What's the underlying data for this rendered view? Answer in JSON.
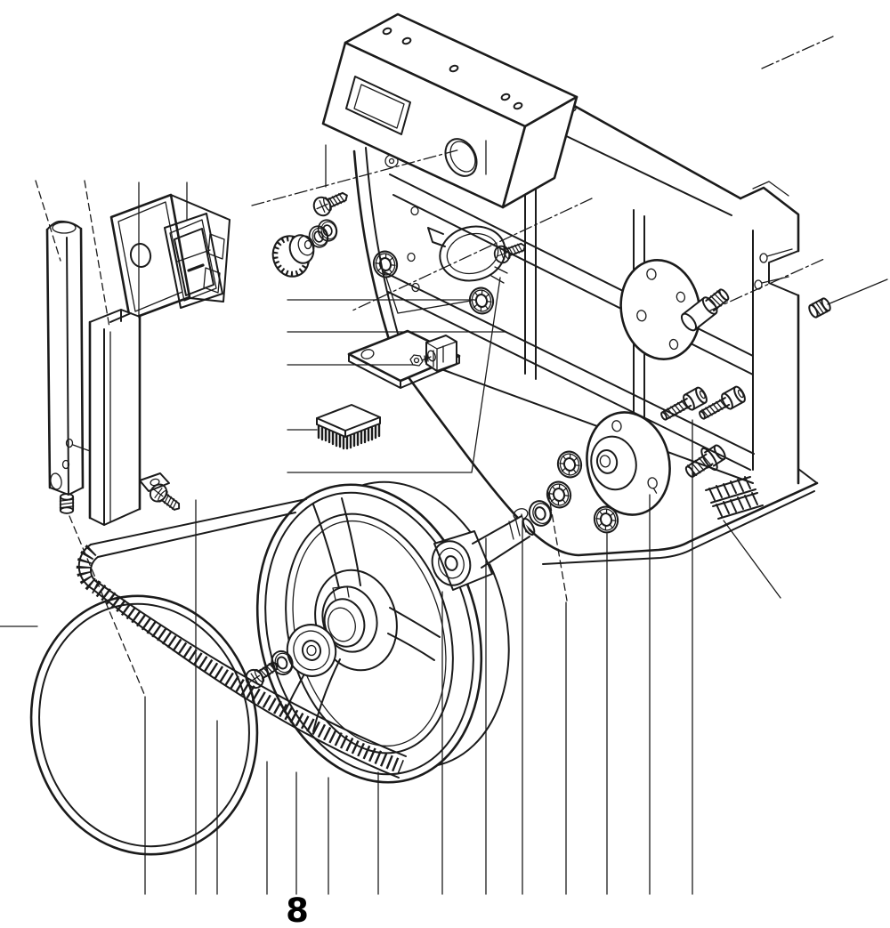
{
  "figure": {
    "label": "8",
    "colors": {
      "line": "#1b1b1b",
      "background": "#ffffff"
    }
  },
  "parts": [
    "main-frame",
    "control-panel-box",
    "display-window",
    "panel-oval-hole",
    "power-rocker-switch",
    "square-post",
    "channel-bracket",
    "bracket-tab-screw",
    "set-screw-left",
    "set-screw-right",
    "panel-screw",
    "knurled-knob",
    "knob-washers",
    "clamp-ring",
    "clamp-screw",
    "push-nut",
    "mounting-plate",
    "tension-bracket",
    "tension-hex-screw",
    "cleaning-brush",
    "flange-disc",
    "shoulder-bolt",
    "cap-screw-1",
    "cap-screw-2",
    "flanged-bolt",
    "motor-flange-hub",
    "flat-washer",
    "axle-shaft",
    "bearing-block",
    "band-wheel",
    "wheel-bearing",
    "bearing-screw",
    "toothed-drive-belt",
    "wheel-tire",
    "base-vents",
    "leader-lines"
  ]
}
